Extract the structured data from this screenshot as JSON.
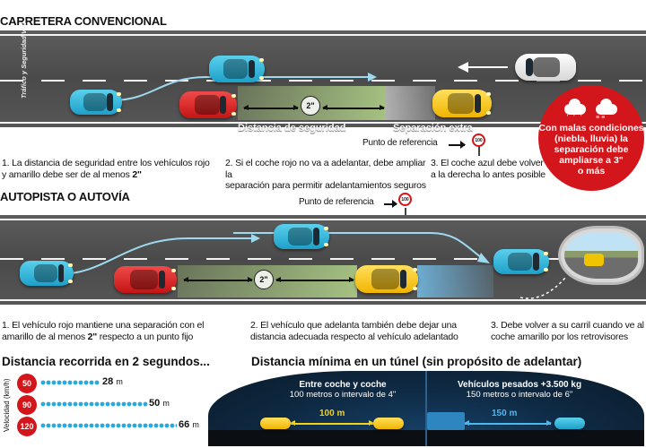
{
  "sections": {
    "top_title": "CARRETERA CONVENCIONAL",
    "middle_title": "AUTOPISTA O AUTOVÍA"
  },
  "credit": "Tráfico y Seguridad Vial",
  "top_road": {
    "timer": "2\"",
    "label_safety": "Distancia de seguridad",
    "label_extra": "Separación extra",
    "ref_point": "Punto de referencia",
    "sign_text": "100"
  },
  "bad_weather": {
    "text_lines": [
      "Con malas condiciones",
      "(niebla, lluvia) la",
      "separación debe",
      "ampliarse a  3\"",
      "o más"
    ]
  },
  "top_captions": [
    {
      "lines": [
        "1. La distancia de seguridad entre los vehículos rojo",
        "y amarillo debe ser de al menos "
      ],
      "bold": "2\""
    },
    {
      "lines": [
        "2. Si el coche rojo no va a adelantar, debe ampliar la",
        "separación para permitir adelantamientos seguros"
      ],
      "bold": ""
    },
    {
      "lines": [
        "3. El coche azul debe volver",
        "a la derecha lo antes posible"
      ],
      "bold": ""
    }
  ],
  "middle_road": {
    "timer": "2\"",
    "ref_point": "Punto de referencia",
    "sign_text": "100"
  },
  "middle_captions": [
    {
      "pre": "1. El vehículo rojo mantiene una separación con el",
      "pre2": "amarillo de al menos ",
      "bold": "2\"",
      "post": " respecto a un punto fijo"
    },
    {
      "pre": "2. El vehículo que adelanta también debe dejar una",
      "pre2": "distancia adecuada respecto al vehículo adelantado",
      "bold": "",
      "post": ""
    },
    {
      "pre": "3. Debe volver a su carril cuando ve al",
      "pre2": "coche amarillo por los retrovisores",
      "bold": "",
      "post": ""
    }
  ],
  "distance_chart": {
    "title": "Distancia recorrida en 2 segundos...",
    "axis_label": "Velocidad (km/h)",
    "rows": [
      {
        "speed": "50",
        "distance": "28",
        "unit": "m"
      },
      {
        "speed": "90",
        "distance": "50",
        "unit": "m"
      },
      {
        "speed": "120",
        "distance": "66",
        "unit": "m"
      }
    ]
  },
  "tunnel": {
    "title": "Distancia mínima en un túnel (sin propósito de adelantar)",
    "left": {
      "heading": "Entre coche y coche",
      "sub": "100 metros o intervalo de 4\"",
      "dist": "100 m"
    },
    "right": {
      "heading": "Vehículos pesados +3.500 kg",
      "sub": "150 metros o intervalo de 6\"",
      "dist": "150 m"
    }
  },
  "colors": {
    "accent_red": "#d3161b",
    "accent_blue": "#29a9dc",
    "zone_green": "#c8f096"
  }
}
